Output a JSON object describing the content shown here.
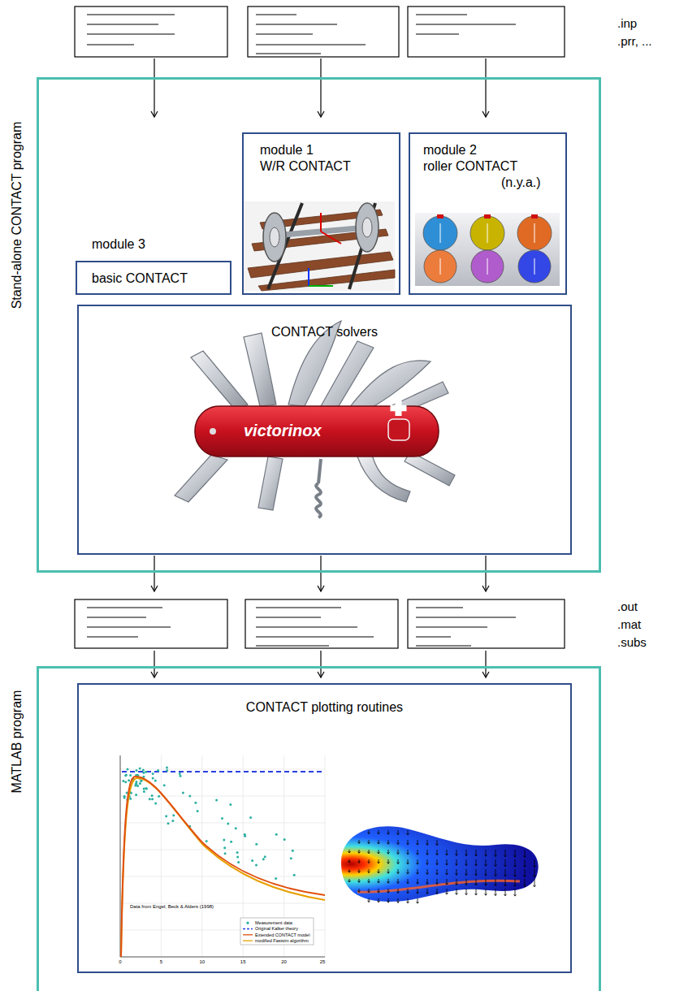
{
  "diagram": {
    "nodes": [
      {
        "text": [
          "Stand-alone CONTACT program"
        ]
      },
      {
        "text": [
          "module 3",
          "basic CONTACT"
        ],
        "in": 0
      },
      {
        "text": [
          "module 1",
          "W/R CONTACT"
        ],
        "in": 0
      },
      {
        "text": [
          "module 2",
          "roller CONTACT",
          "(n.y.a.)"
        ],
        "in": 0
      },
      {
        "text": [
          "CONTACT solvers"
        ],
        "in": 0
      },
      {
        "text": [
          "MATLAB program"
        ]
      },
      {
        "text": [
          "CONTACT plotting routines"
        ],
        "in": 5
      }
    ],
    "labels": [
      ".inp",
      ".prr, ...",
      ".out",
      ".mat",
      ".subs",
      "victorinox",
      "Data from Engel, Beck & Alders (1998)",
      "0",
      "5",
      "10",
      "15",
      "20",
      "25"
    ],
    "legend": [
      {
        "text": "Measurement data"
      },
      {
        "text": "Original Kalker theory"
      },
      {
        "text": "Extended CONTACT model"
      },
      {
        "text": "modified Fastsim algorithm"
      }
    ]
  }
}
